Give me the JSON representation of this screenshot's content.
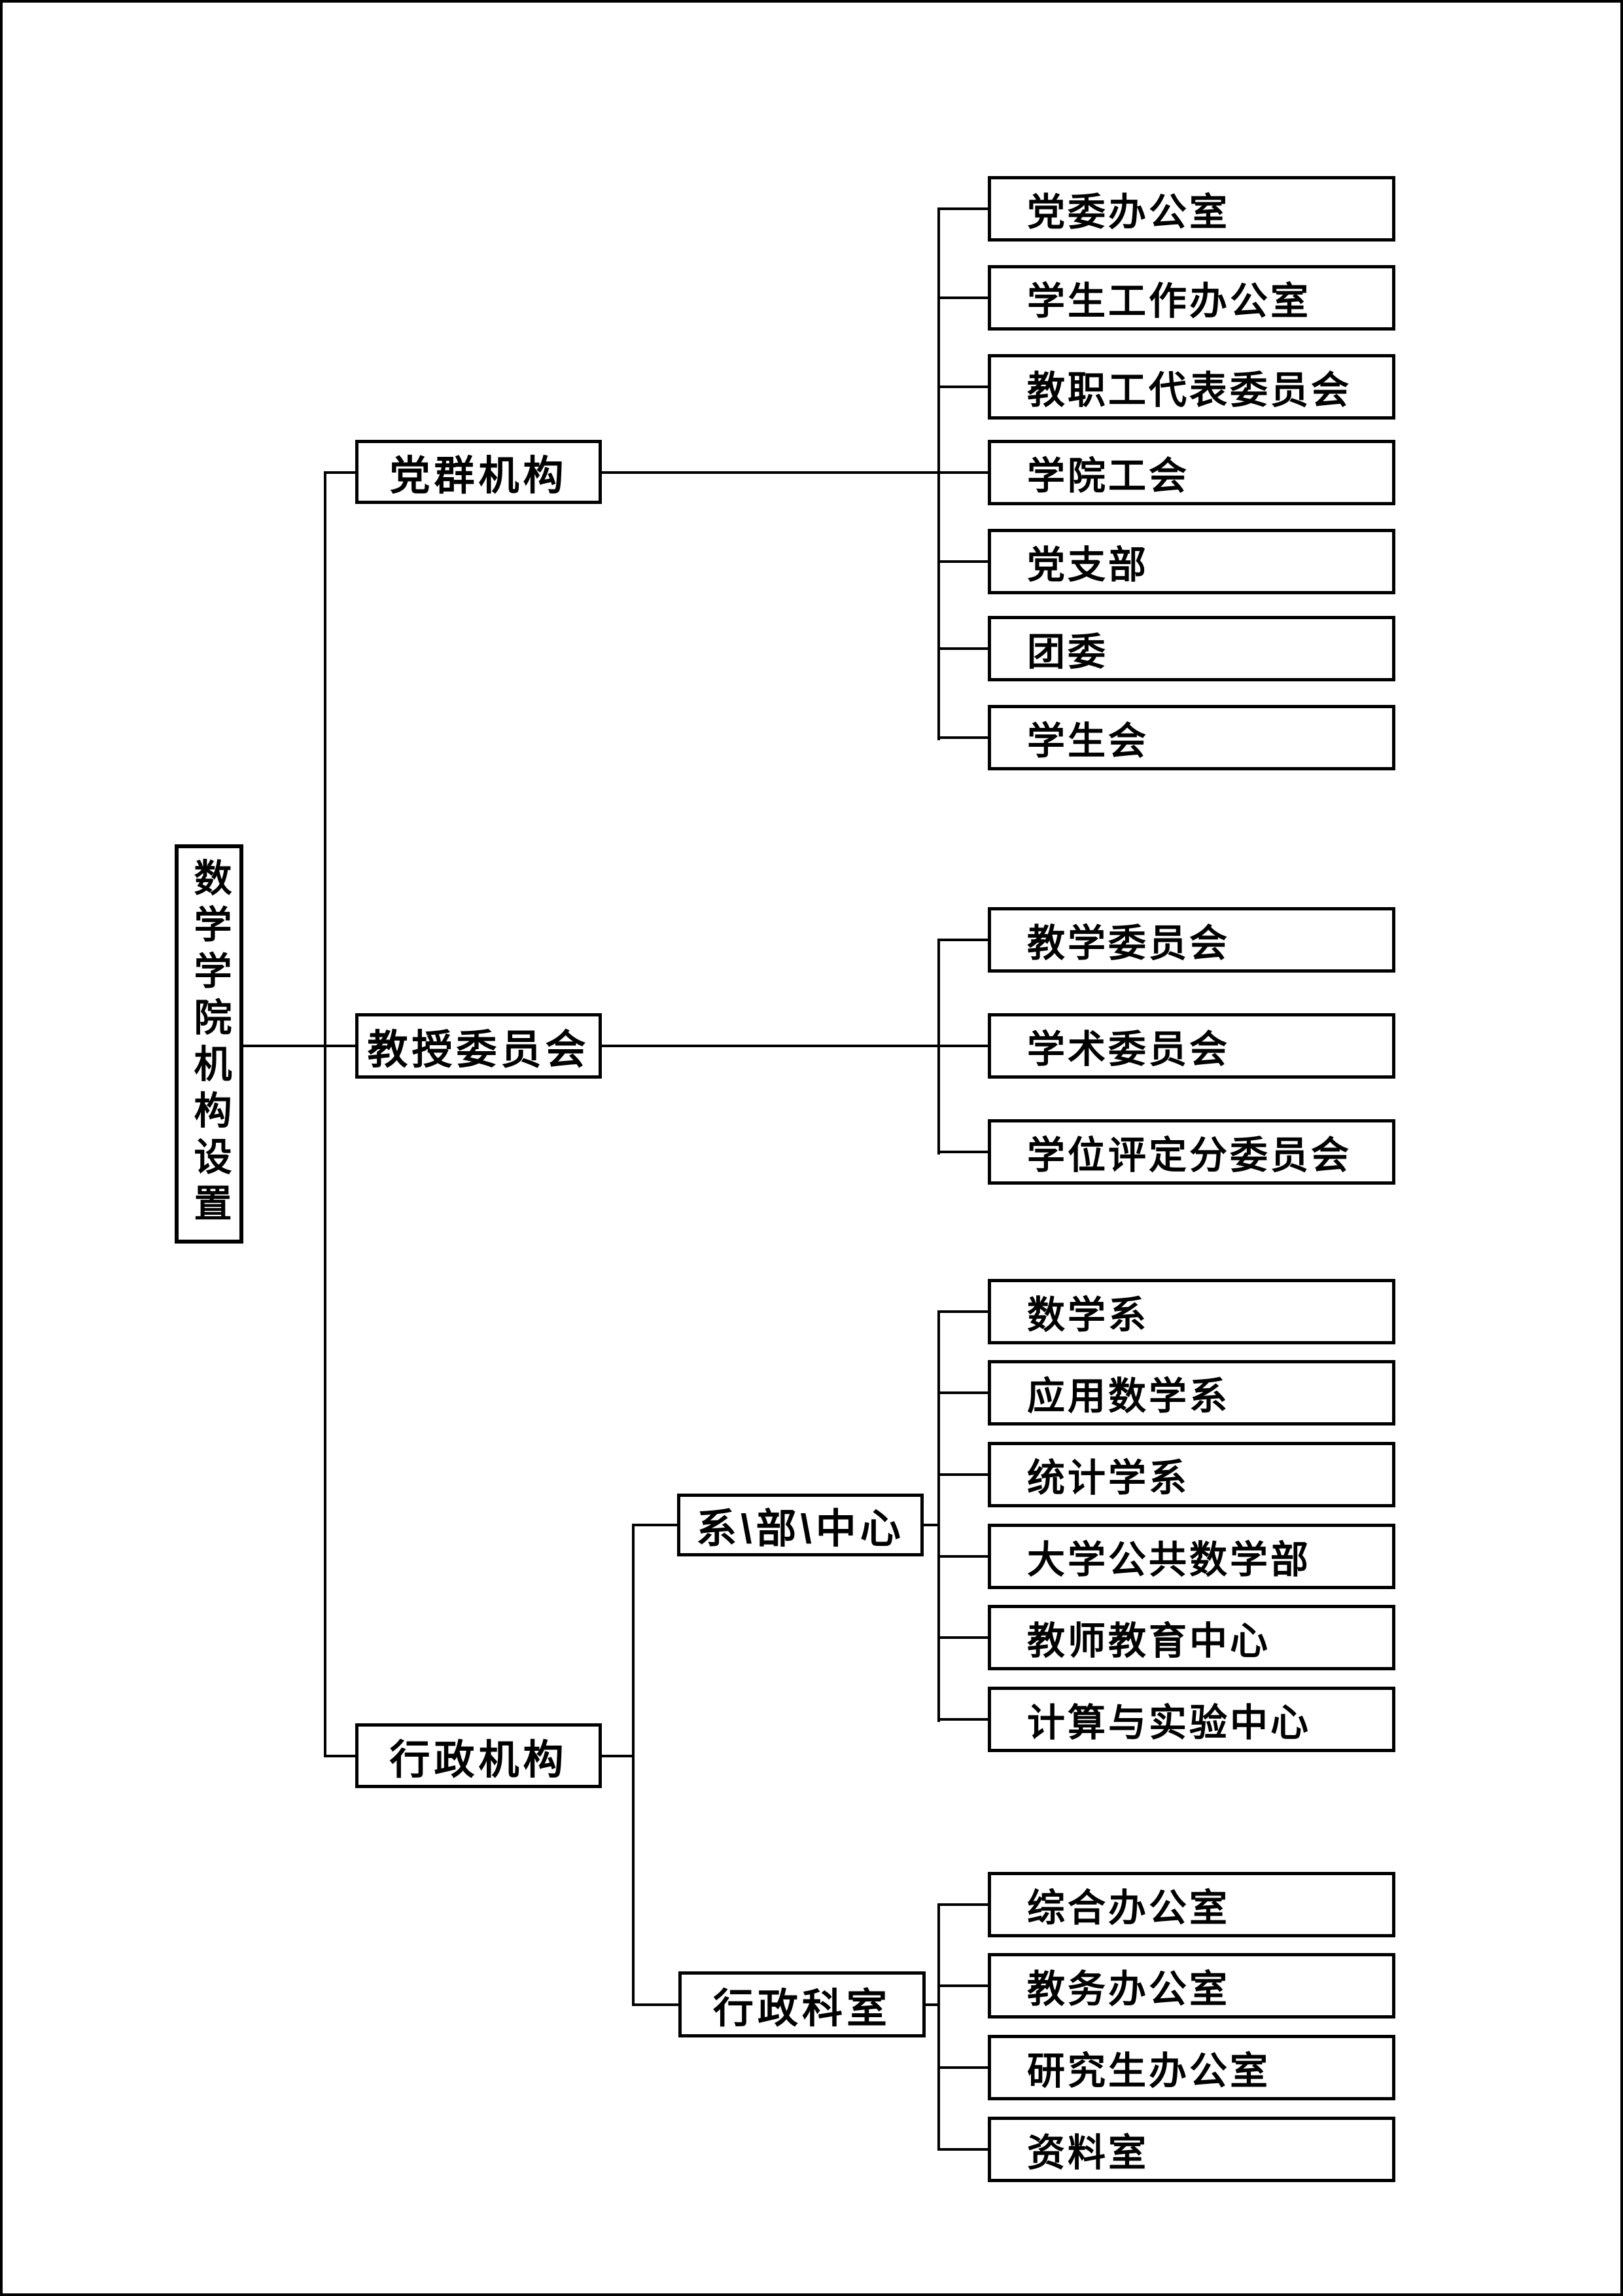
{
  "chart": {
    "root": {
      "label": "数学学院机构设置"
    },
    "branches": [
      {
        "label": "党群机构",
        "children": [
          {
            "label": "党委办公室"
          },
          {
            "label": "学生工作办公室"
          },
          {
            "label": "教职工代表委员会"
          },
          {
            "label": "学院工会"
          },
          {
            "label": "党支部"
          },
          {
            "label": "团委"
          },
          {
            "label": "学生会"
          }
        ]
      },
      {
        "label": "教授委员会",
        "children": [
          {
            "label": "教学委员会"
          },
          {
            "label": "学术委员会"
          },
          {
            "label": "学位评定分委员会"
          }
        ]
      },
      {
        "label": "行政机构",
        "subgroups": [
          {
            "label": "系\\部\\中心",
            "children": [
              {
                "label": "数学系"
              },
              {
                "label": "应用数学系"
              },
              {
                "label": "统计学系"
              },
              {
                "label": "大学公共数学部"
              },
              {
                "label": "教师教育中心"
              },
              {
                "label": "计算与实验中心"
              }
            ]
          },
          {
            "label": "行政科室",
            "children": [
              {
                "label": "综合办公室"
              },
              {
                "label": "教务办公室"
              },
              {
                "label": "研究生办公室"
              },
              {
                "label": "资料室"
              }
            ]
          }
        ]
      }
    ]
  },
  "colors": {
    "background": "#ffffff",
    "box_background": "#ffffff",
    "line": "#000000",
    "text": "#000000"
  }
}
